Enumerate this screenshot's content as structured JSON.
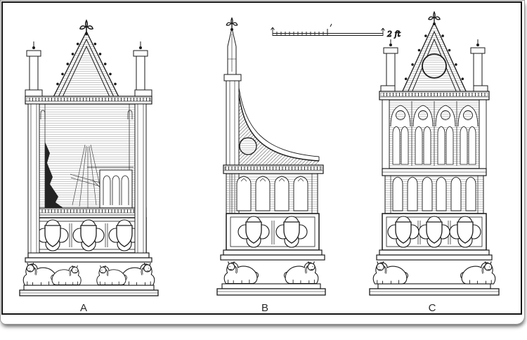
{
  "views": [
    {
      "id": "front-elevation",
      "label": "A"
    },
    {
      "id": "side-elevation",
      "label": "B"
    },
    {
      "id": "back-elevation",
      "label": "C"
    }
  ],
  "scale_bar": {
    "label": "2 ft"
  },
  "colors": {
    "ink": "#1a1a1a",
    "plate_border": "#141414",
    "card_border": "#9a9a9a",
    "paper": "#ffffff",
    "hatch": "#999999",
    "shadow": "#bdbdbd"
  }
}
